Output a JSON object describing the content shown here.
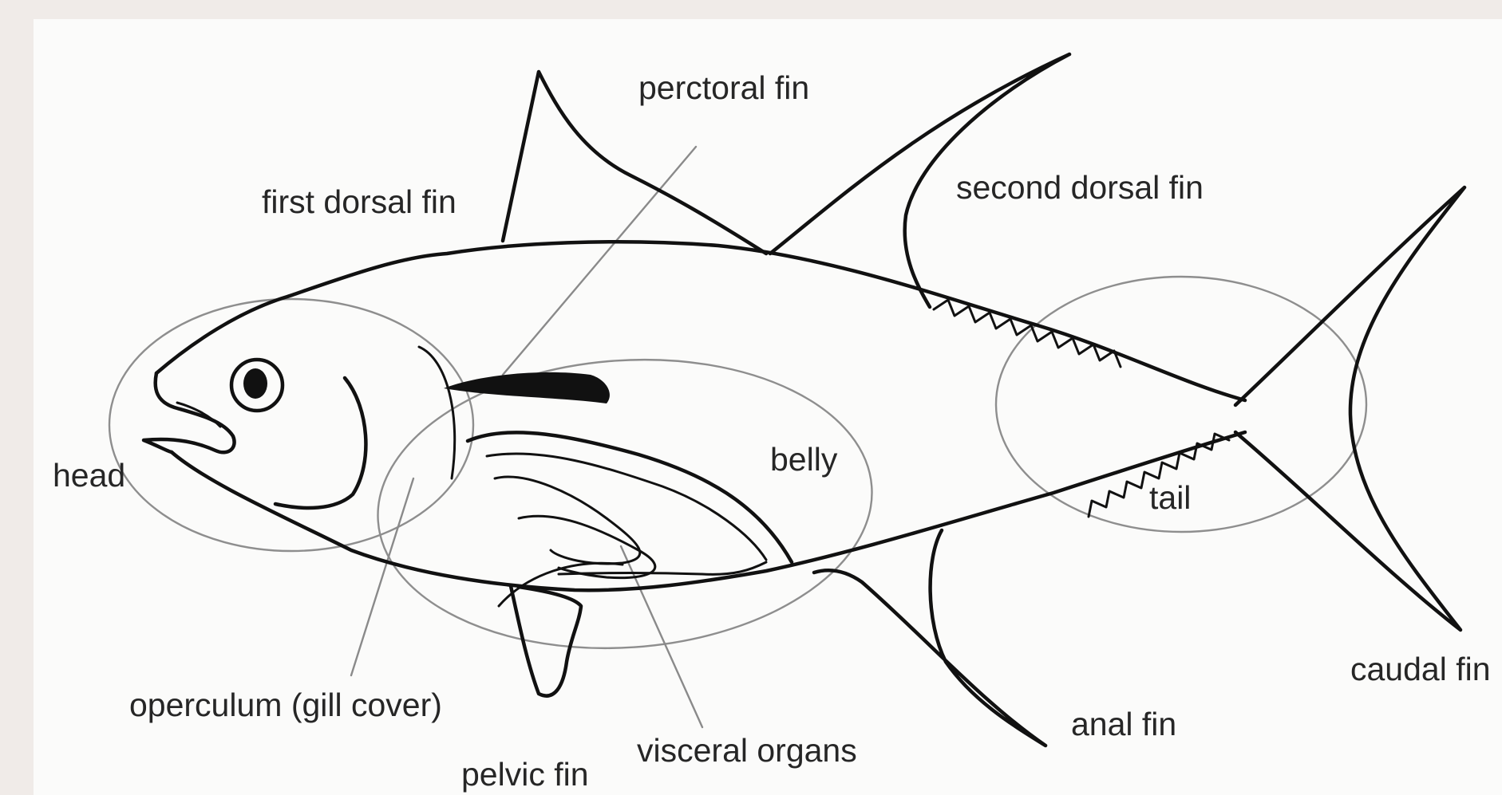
{
  "labels": {
    "first_dorsal_fin": "first dorsal fin",
    "perctoral_fin": "perctoral fin",
    "second_dorsal_fin": "second dorsal fin",
    "head": "head",
    "belly": "belly",
    "tail": "tail",
    "caudal_fin": "caudal fin",
    "operculum": "operculum (gill cover)",
    "visceral_organs": "visceral organs",
    "pelvic_fin": "pelvic fin",
    "anal_fin": "anal fin"
  },
  "colors": {
    "background": "#f0ebe8",
    "panel": "#fbfbfa",
    "outline": "#111111",
    "region_ring": "#8e8e8e",
    "label_text": "#262626"
  }
}
